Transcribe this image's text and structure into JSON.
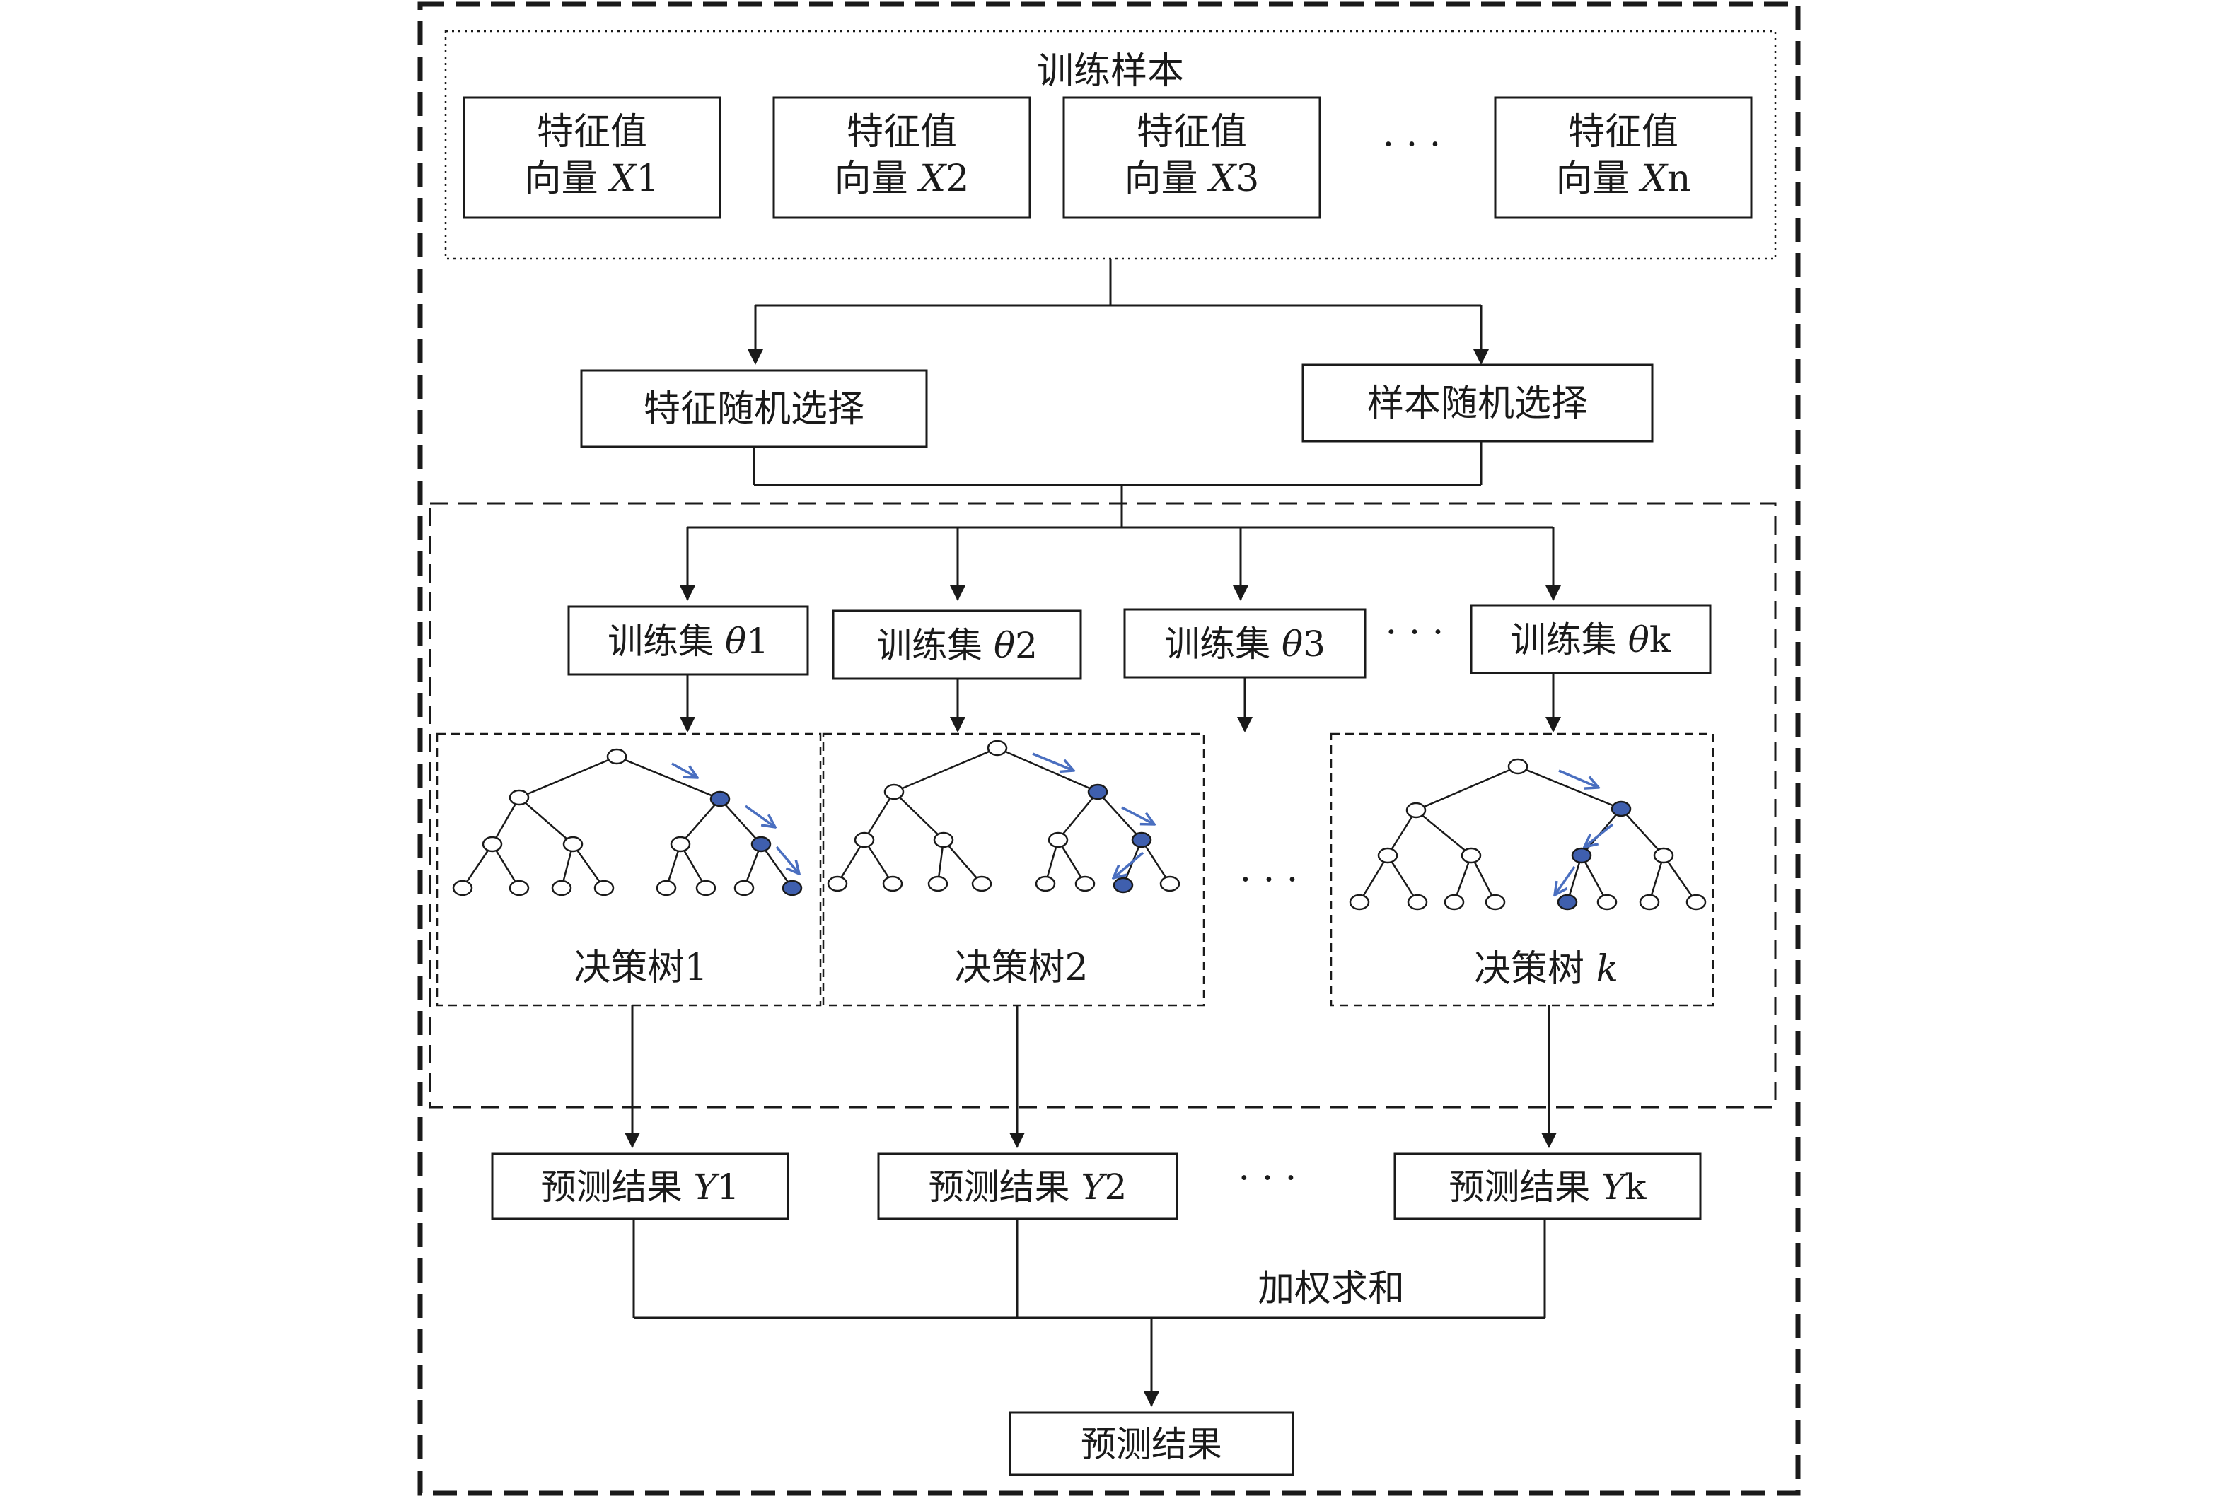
{
  "training_sample": {
    "title": "训练样本",
    "feature_vectors": [
      {
        "line1": "特征值",
        "line2": "向量 ",
        "var": "X",
        "idx": "1"
      },
      {
        "line1": "特征值",
        "line2": "向量 ",
        "var": "X",
        "idx": "2"
      },
      {
        "line1": "特征值",
        "line2": "向量 ",
        "var": "X",
        "idx": "3"
      },
      {
        "line1": "特征值",
        "line2": "向量 ",
        "var": "X",
        "idx": "n"
      }
    ],
    "ellipsis": "· · ·"
  },
  "selection": {
    "feature_random": "特征随机选择",
    "sample_random": "样本随机选择"
  },
  "training_sets": [
    {
      "label": "训练集 ",
      "var": "θ",
      "idx": "1"
    },
    {
      "label": "训练集 ",
      "var": "θ",
      "idx": "2"
    },
    {
      "label": "训练集 ",
      "var": "θ",
      "idx": "3"
    },
    {
      "label": "训练集 ",
      "var": "θ",
      "idx": "k"
    }
  ],
  "decision_trees": [
    {
      "label": "决策树",
      "idx": "1"
    },
    {
      "label": "决策树",
      "idx": "2"
    },
    {
      "label": "决策树 ",
      "idx": "k"
    }
  ],
  "predictions": [
    {
      "label": "预测结果 ",
      "var": "Y",
      "idx": "1"
    },
    {
      "label": "预测结果 ",
      "var": "Y",
      "idx": "2"
    },
    {
      "label": "预测结果 ",
      "var": "Y",
      "idx": "k"
    }
  ],
  "weighted_sum": "加权求和",
  "final_result": "预测结果",
  "ellipsis": "· · ·",
  "colors": {
    "highlight_node": "#3f5fae",
    "path_arrow": "#4a6fc0",
    "line": "#1a1a1a"
  }
}
